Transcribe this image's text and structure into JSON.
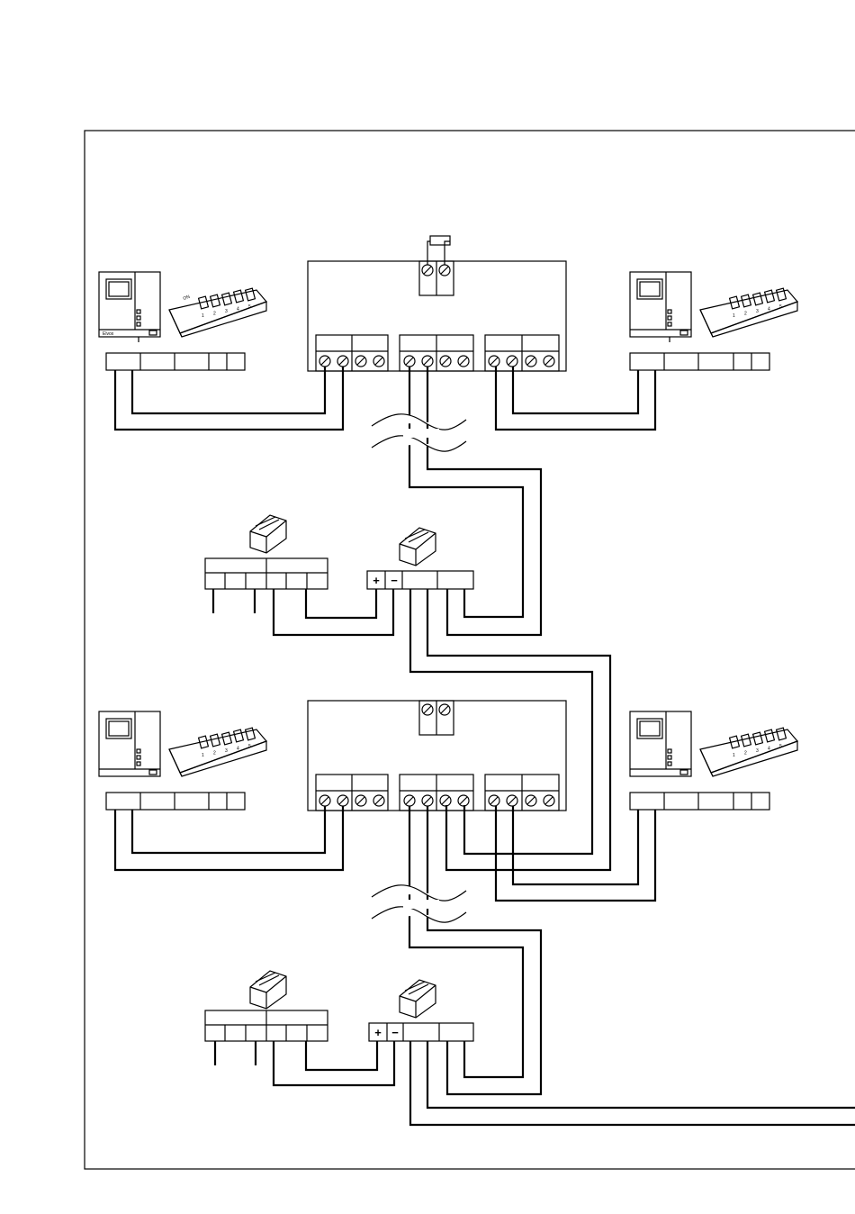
{
  "distributor_power": {
    "plus": "+",
    "minus": "−"
  },
  "dip_switch": {
    "on_label": "ON",
    "numbers": [
      "1",
      "2",
      "3",
      "4",
      "5"
    ]
  },
  "monitor": {
    "brand_label": "Elvox"
  }
}
